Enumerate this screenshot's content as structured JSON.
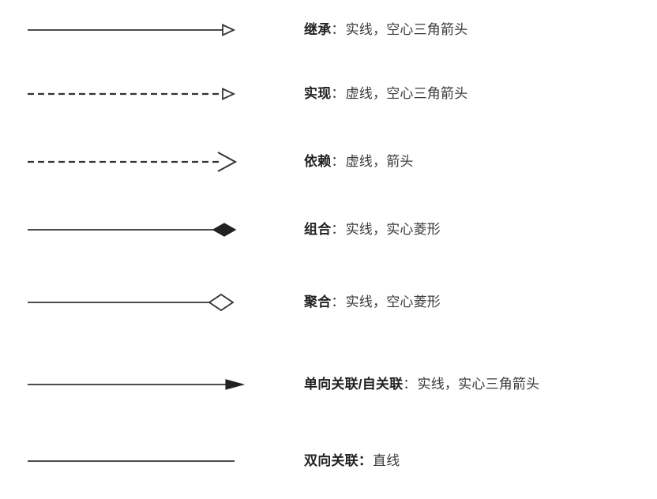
{
  "page": {
    "title": "UML 关系图例",
    "background_color": "#ffffff",
    "line_color": "#333333",
    "text_color": "#3a3a3a",
    "term_color": "#222222"
  },
  "legend": {
    "rows": [
      {
        "id": "inheritance",
        "glyph": "solid-line-hollow-triangle-arrow",
        "term": "继承",
        "separator": "：",
        "separator_bold": false,
        "description": "实线，空心三角箭头",
        "line_style": "solid",
        "arrow_style": "hollow-triangle"
      },
      {
        "id": "realization",
        "glyph": "dashed-line-hollow-triangle-arrow",
        "term": "实现",
        "separator": "：",
        "separator_bold": false,
        "description": "虚线，空心三角箭头",
        "line_style": "dashed",
        "arrow_style": "hollow-triangle"
      },
      {
        "id": "dependency",
        "glyph": "dashed-line-open-arrow",
        "term": "依赖",
        "separator": "：",
        "separator_bold": false,
        "description": "虚线，箭头",
        "line_style": "dashed",
        "arrow_style": "open-arrow"
      },
      {
        "id": "composition",
        "glyph": "solid-line-filled-diamond",
        "term": "组合",
        "separator": "：",
        "separator_bold": false,
        "description": "实线，实心菱形",
        "line_style": "solid",
        "arrow_style": "filled-diamond"
      },
      {
        "id": "aggregation",
        "glyph": "solid-line-hollow-diamond",
        "term": "聚合",
        "separator": "：",
        "separator_bold": false,
        "description": "实线，空心菱形",
        "line_style": "solid",
        "arrow_style": "hollow-diamond"
      },
      {
        "id": "directed-association",
        "glyph": "solid-line-filled-triangle-arrow",
        "term": "单向关联/自关联",
        "separator": "：",
        "separator_bold": false,
        "description": "实线，实心三角箭头",
        "line_style": "solid",
        "arrow_style": "filled-triangle"
      },
      {
        "id": "bidirectional-association",
        "glyph": "plain-solid-line",
        "term": "双向关联",
        "separator": "：",
        "separator_bold": true,
        "description": "直线",
        "line_style": "solid",
        "arrow_style": "none"
      }
    ]
  }
}
